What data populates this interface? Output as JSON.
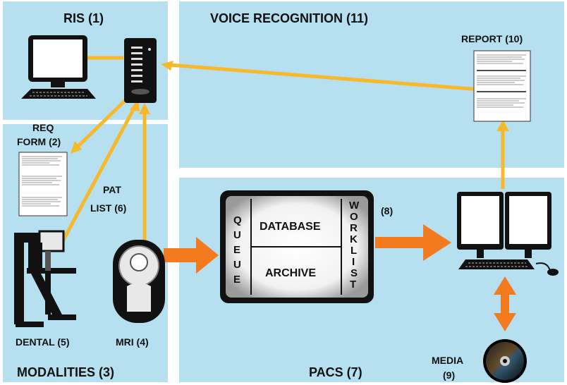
{
  "diagram": {
    "panels": {
      "ris": "RIS (1)",
      "voice_recognition": "VOICE RECOGNITION (11)",
      "modalities": "MODALITIES (3)",
      "pacs": "PACS (7)"
    },
    "labels": {
      "req_form_line1": "REQ",
      "req_form_line2": "FORM (2)",
      "pat_list_line1": "PAT",
      "pat_list_line2": "LIST (6)",
      "dental": "DENTAL (5)",
      "mri": "MRI (4)",
      "report": "REPORT (10)",
      "media_line1": "MEDIA",
      "media_line2": "(9)",
      "eight": "(8)"
    },
    "pacs_box": {
      "queue_letters": [
        "Q",
        "U",
        "E",
        "U",
        "E"
      ],
      "worklist_letters": [
        "W",
        "O",
        "R",
        "K",
        "L",
        "I",
        "S",
        "T"
      ],
      "database": "DATABASE",
      "archive": "ARCHIVE"
    },
    "colors": {
      "panel": "#b6dff0",
      "arrow_yellow": "#f7b82a",
      "arrow_orange": "#f47a20",
      "device_dark": "#111111"
    }
  }
}
